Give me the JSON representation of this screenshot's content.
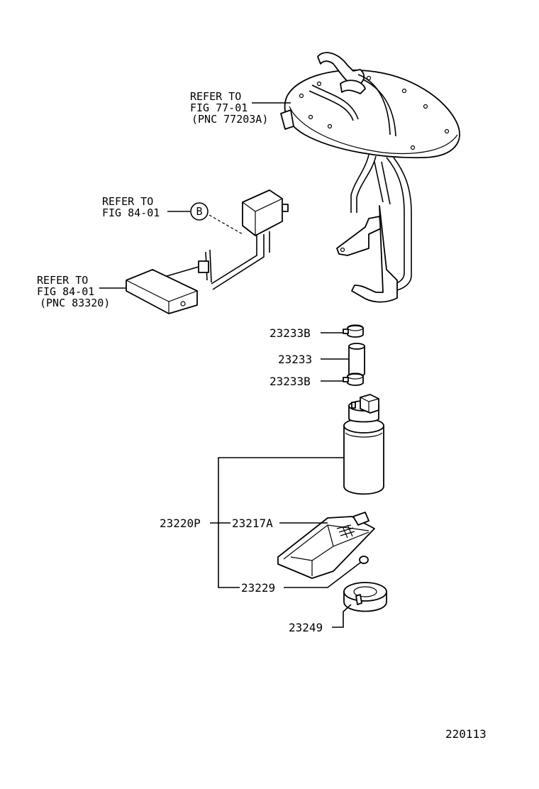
{
  "references": {
    "top": {
      "line1": "REFER TO",
      "line2": "FIG 77-01",
      "line3": "(PNC 77203A)"
    },
    "middle": {
      "line1": "REFER TO",
      "line2": "FIG 84-01",
      "marker": "B"
    },
    "lower": {
      "line1": "REFER TO",
      "line2": "FIG 84-01",
      "line3": "(PNC 83320)"
    }
  },
  "parts": {
    "clamp_upper": "23233B",
    "hose": "23233",
    "clamp_lower": "23233B",
    "pump_assembly": "23220P",
    "filter": "23217A",
    "cushion": "23229",
    "retainer": "23249"
  },
  "figure_number": "220113"
}
